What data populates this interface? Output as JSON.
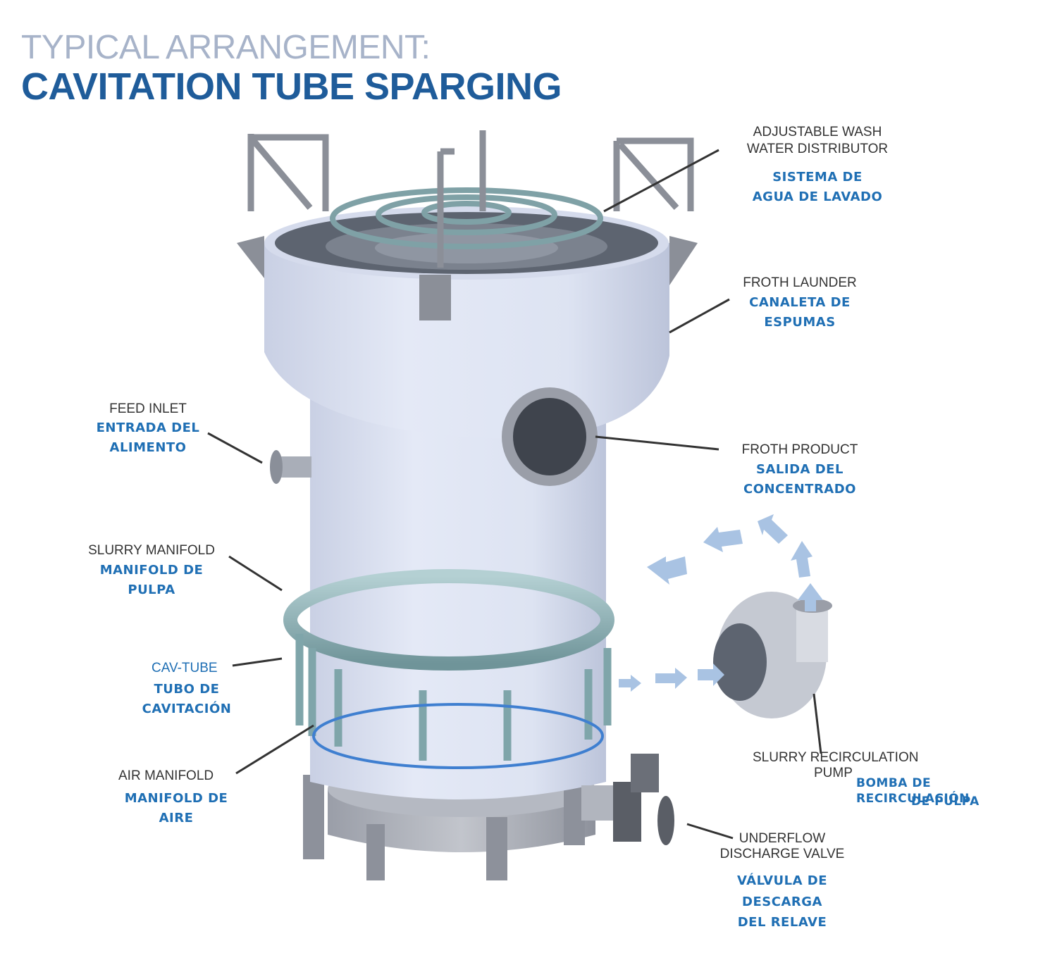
{
  "header": {
    "line1": "TYPICAL ARRANGEMENT:",
    "line2": "CAVITATION TUBE SPARGING"
  },
  "colors": {
    "title_light": "#a7b3c9",
    "title_bold": "#1f5c9a",
    "spanish_label": "#1f6fb4",
    "english_label": "#333333",
    "vessel": "#dbe1f1",
    "manifold": "#8fb3b8",
    "arrows": "#a9c3e3"
  },
  "labels": {
    "wash_water": {
      "en": "ADJUSTABLE WASH WATER DISTRIBUTOR",
      "es1": "SISTEMA DE",
      "es2": "AGUA DE LAVADO"
    },
    "froth_launder": {
      "en": "FROTH LAUNDER",
      "es1": "CANALETA DE",
      "es2": "ESPUMAS"
    },
    "feed_inlet": {
      "en": "FEED INLET",
      "es1": "ENTRADA DEL",
      "es2": "ALIMENTO"
    },
    "froth_product": {
      "en": "FROTH PRODUCT",
      "es1": "SALIDA DEL",
      "es2": "CONCENTRADO"
    },
    "slurry_manifold": {
      "en": "SLURRY MANIFOLD",
      "es1": "MANIFOLD DE",
      "es2": "PULPA"
    },
    "cav_tube": {
      "en": "CAV-TUBE",
      "es1": "TUBO DE",
      "es2": "CAVITACIÓN"
    },
    "air_manifold": {
      "en": "AIR MANIFOLD",
      "es1": "MANIFOLD DE",
      "es2": "AIRE"
    },
    "recirc_pump": {
      "en1": "SLURRY RECIRCULATION",
      "en2": "PUMP",
      "es1": "BOMBA DE RECIRCULACIÓN",
      "es2": "DE PULPA"
    },
    "underflow_valve": {
      "en1": "UNDERFLOW",
      "en2": "DISCHARGE VALVE",
      "es1": "VÁLVULA DE DESCARGA",
      "es2": "DEL RELAVE"
    }
  }
}
